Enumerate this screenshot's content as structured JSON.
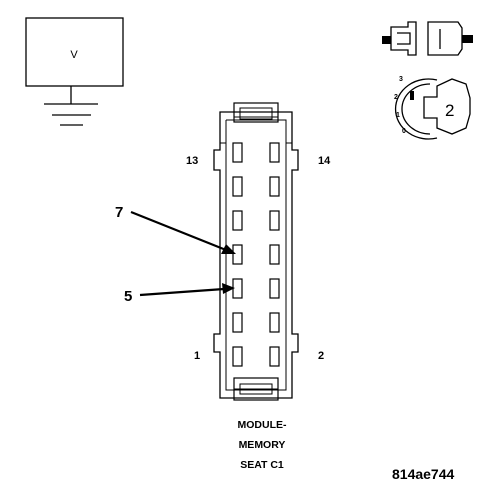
{
  "meter": {
    "symbol": "V"
  },
  "key_icon": {
    "positions": [
      "3",
      "2",
      "1",
      "0"
    ],
    "step": "2"
  },
  "connector": {
    "pin_labels": {
      "top_left": "13",
      "top_right": "14",
      "bottom_left": "1",
      "bottom_right": "2"
    },
    "callouts": [
      {
        "label": "7"
      },
      {
        "label": "5"
      }
    ],
    "name_lines": [
      "MODULE-",
      "MEMORY",
      "SEAT C1"
    ]
  },
  "figure_id": "814ae744"
}
